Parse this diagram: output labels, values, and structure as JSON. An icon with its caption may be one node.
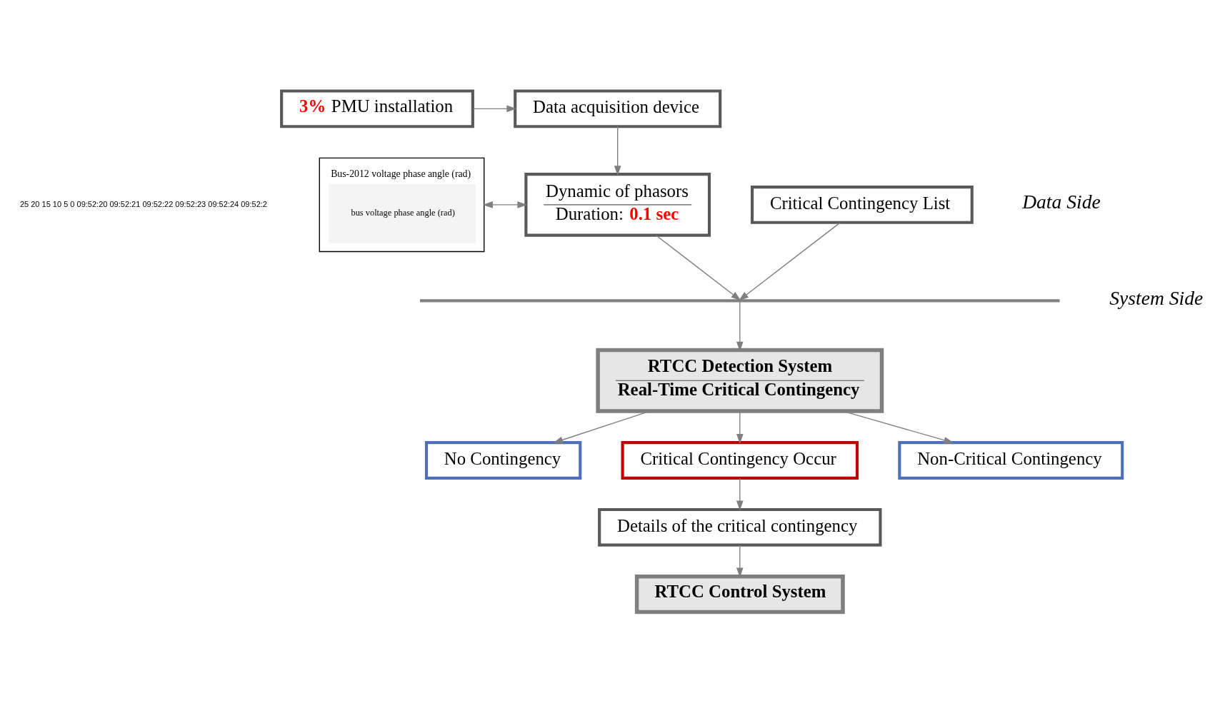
{
  "diagram": {
    "nodes": [
      {
        "text": [
          "**3%** PMU installation"
        ]
      },
      {
        "text": [
          "Data acquisition device"
        ]
      },
      {
        "text": [
          "Bus-2012 voltage phase angle (rad)",
          "bus voltage phase angle (rad)"
        ]
      },
      {
        "text": [
          "Dynamic of phasors",
          "Duration: **0.1 sec**"
        ]
      },
      {
        "text": [
          "Critical Contingency List"
        ]
      },
      {
        "text": [],
        "shape": "bar"
      },
      {
        "text": [
          "RTCC Detection System",
          "Real-Time Critical Contingency"
        ]
      },
      {
        "text": [
          "No Contingency"
        ]
      },
      {
        "text": [
          "Critical Contingency Occur"
        ]
      },
      {
        "text": [
          "Non-Critical Contingency"
        ]
      },
      {
        "text": [
          "Details of the critical contingency"
        ]
      },
      {
        "text": [
          "RTCC Control System"
        ]
      }
    ],
    "edges": [
      {
        "from": 0,
        "to": 1,
        "arrow": "to"
      },
      {
        "from": 1,
        "to": 3,
        "arrow": "to"
      },
      {
        "from": 2,
        "to": 3,
        "arrow": "both"
      },
      {
        "from": 3,
        "to": 5,
        "arrow": "to"
      },
      {
        "from": 4,
        "to": 5,
        "arrow": "to"
      },
      {
        "from": 5,
        "to": 6,
        "arrow": "to"
      },
      {
        "from": 6,
        "to": 7,
        "arrow": "to"
      },
      {
        "from": 6,
        "to": 8,
        "arrow": "to"
      },
      {
        "from": 6,
        "to": 9,
        "arrow": "to"
      },
      {
        "from": 8,
        "to": 10,
        "arrow": "to"
      },
      {
        "from": 10,
        "to": 11,
        "arrow": "to"
      }
    ],
    "labels": [
      "Data Side",
      "System Side",
      "25",
      "20",
      "15",
      "10",
      "5",
      "0",
      "09:52:20",
      "09:52:21",
      "09:52:22",
      "09:52:23",
      "09:52:24",
      "09:52:2"
    ]
  }
}
